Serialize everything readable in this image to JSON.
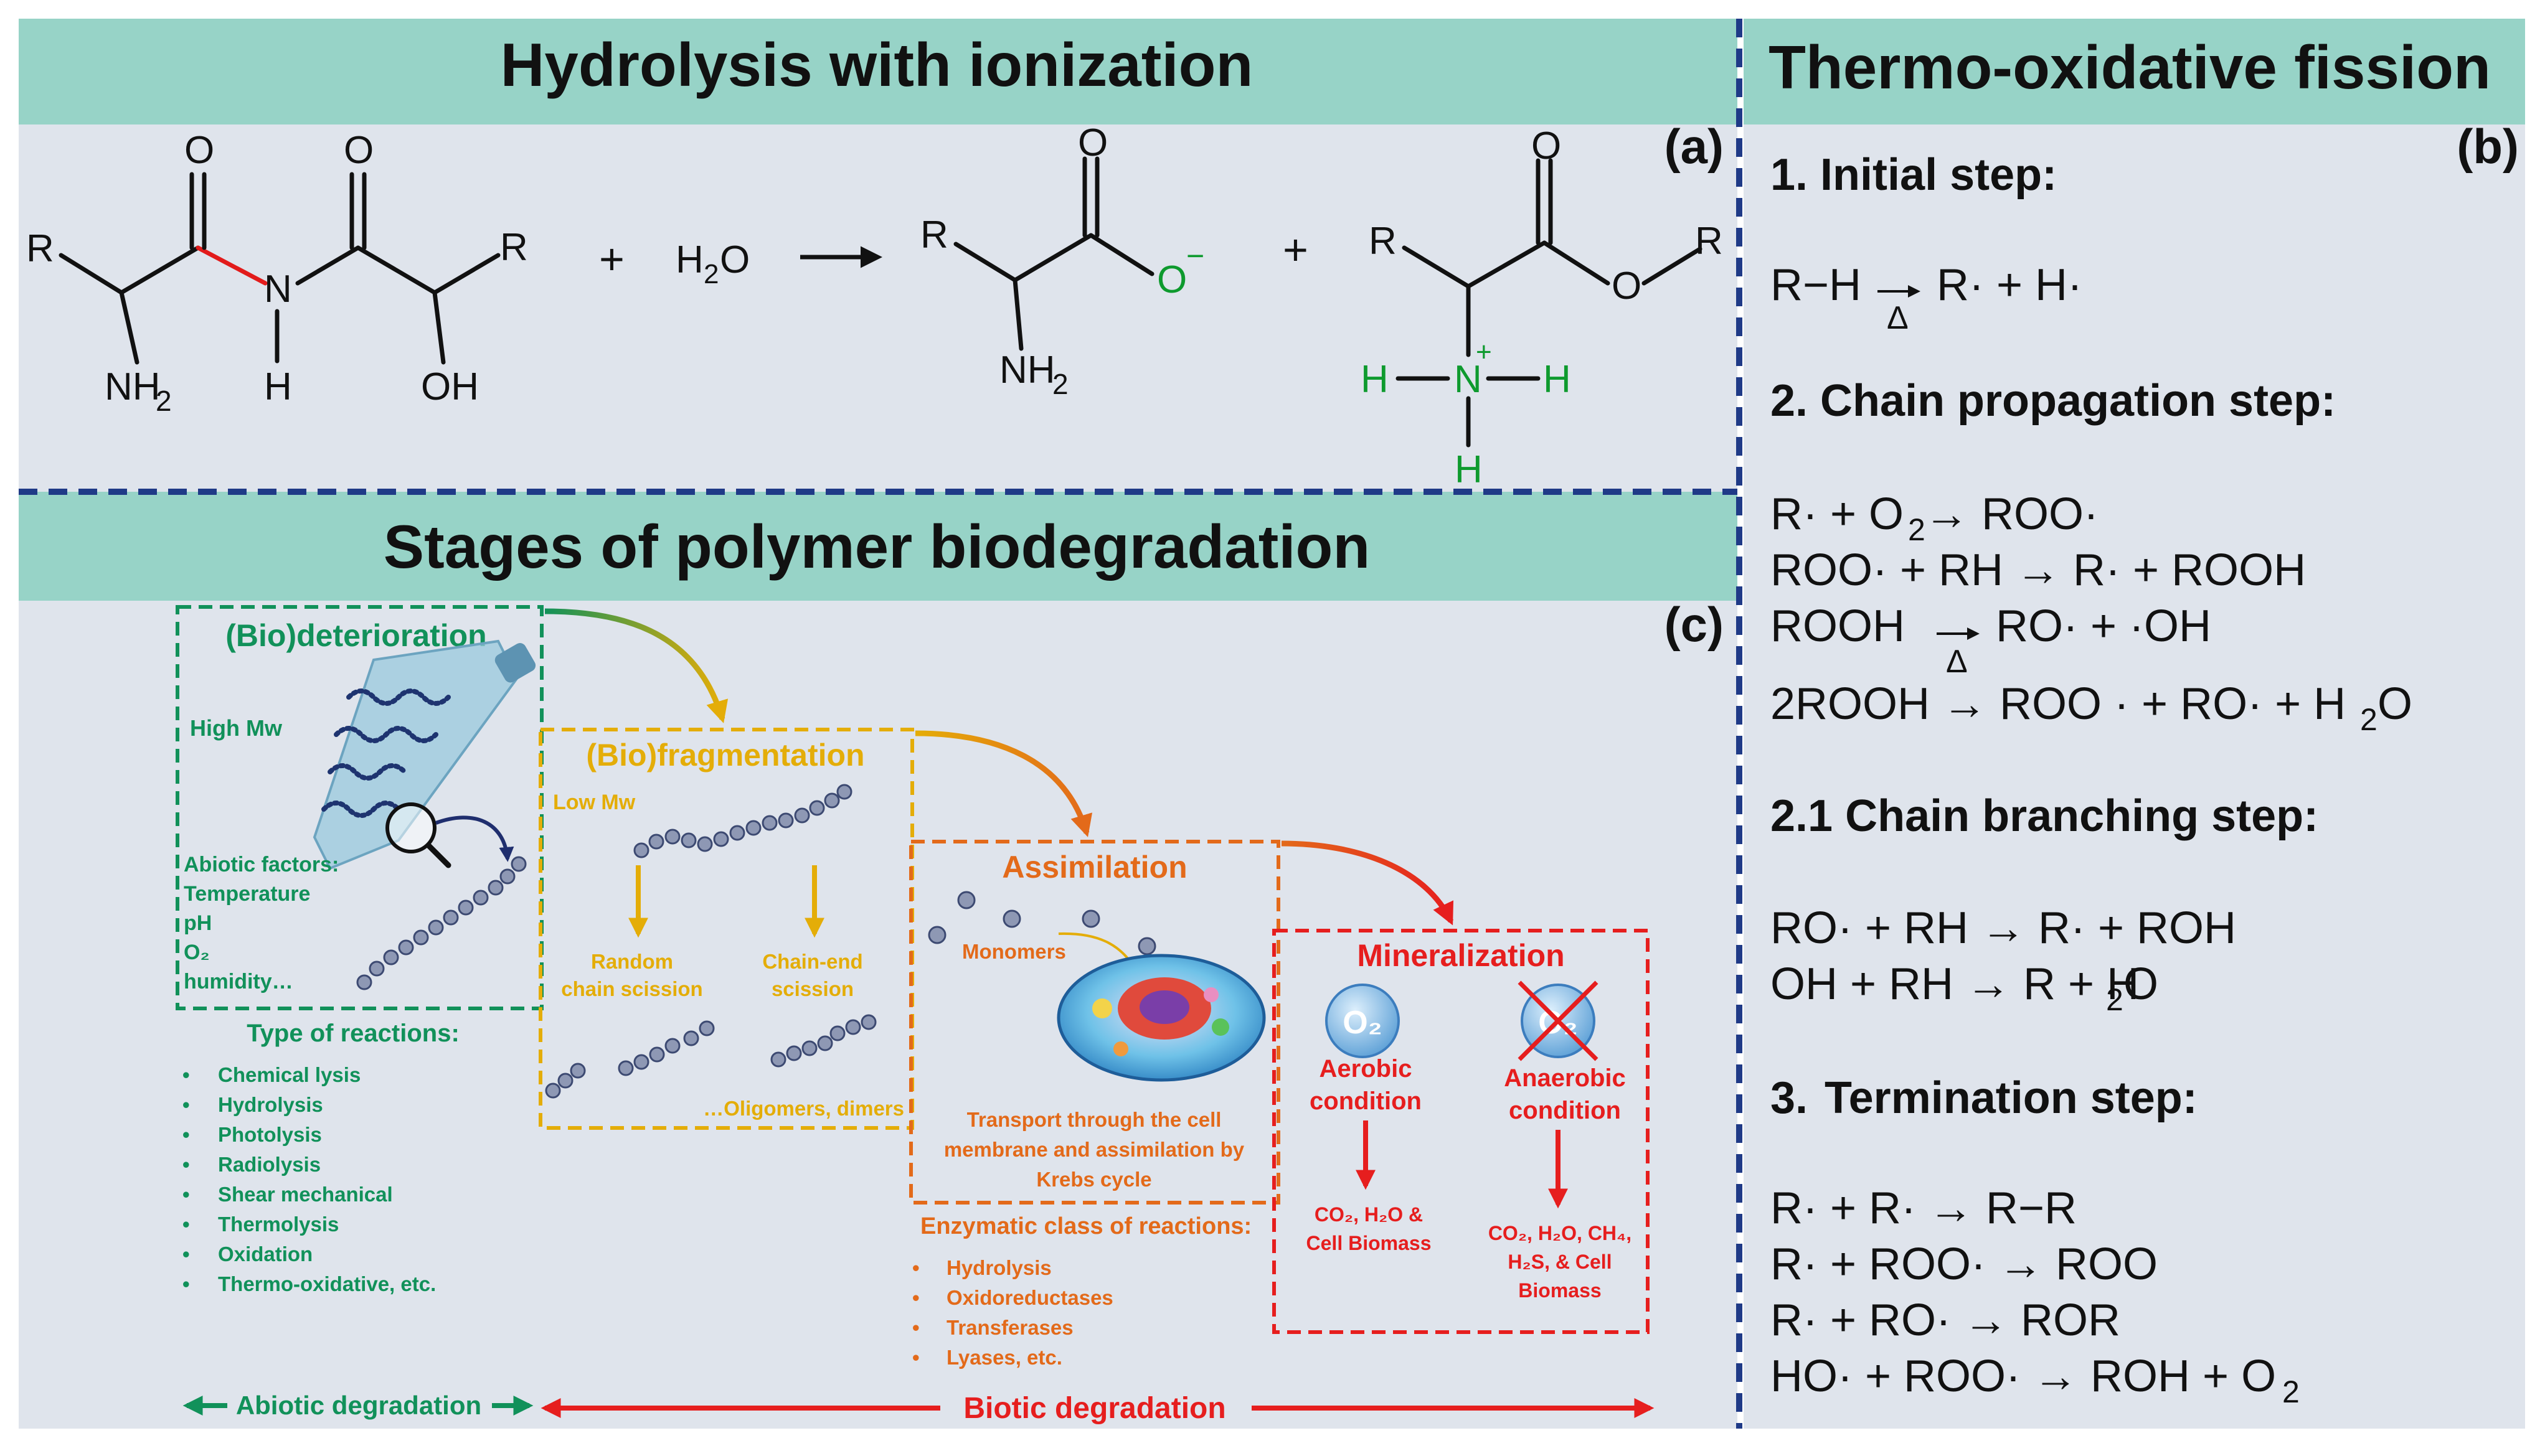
{
  "colors": {
    "banner": "#97D3C7",
    "panel_bg": "#DFE4EC",
    "divider": "#1F3A87",
    "green": "#11915A",
    "yellow": "#E4AD08",
    "orange": "#E36A1A",
    "red": "#E61E1E",
    "bond_red": "#E21B1B",
    "atom_green": "#0E9A2E"
  },
  "panel_a": {
    "title": "Hydrolysis with ionization",
    "label": "(a)",
    "atoms": {
      "R": "R",
      "O": "O",
      "N": "N",
      "H": "H",
      "NH": "NH",
      "sub2": "2",
      "OH": "OH",
      "H2O_H": "H",
      "H2O_O": "O",
      "O_minus": "O",
      "minus": "−",
      "plus_charge": "+",
      "plus": "+"
    }
  },
  "panel_b": {
    "title": "Thermo-oxidative fission",
    "label": "(b)",
    "heat": "Δ",
    "steps": {
      "initial": "1. Initial step:",
      "propagation": "2. Chain propagation step:",
      "branching": "2.1 Chain branching step:",
      "termination_num": "3.",
      "termination": "Termination step:"
    },
    "eq": {
      "init_l": "R−H",
      "init_r": "R· + H·",
      "p1_l": "R· + O",
      "p1_r": " → ROO·",
      "p2": "ROO· + RH → R· + ROOH",
      "p3_l": "ROOH",
      "p3_r": "RO· + ·OH",
      "p4_l": "2ROOH → ROO · + RO· + H",
      "p4_r": "O",
      "b1": "RO· + RH → R· + ROH",
      "b2_l": "OH + RH → R + H",
      "b2_r": "O",
      "t1": "R· + R·    → R−R",
      "t2": "R· + ROO· → ROO",
      "t3": "R· + RO· → ROR",
      "t4_l": "HO· + ROO· → ROH + O",
      "sub2": "2"
    }
  },
  "panel_c": {
    "title": "Stages of polymer biodegradation",
    "label": "(c)",
    "deterioration": {
      "title": "(Bio)deterioration",
      "high_mw": "High Mw",
      "factors": [
        "Abiotic factors:",
        "Temperature",
        "pH",
        "O₂",
        "humidity…"
      ],
      "reactions_title": "Type of reactions:",
      "reactions": [
        "Chemical lysis",
        "Hydrolysis",
        "Photolysis",
        "Radiolysis",
        "Shear mechanical",
        "Thermolysis",
        "Oxidation",
        "Thermo-oxidative, etc."
      ]
    },
    "fragmentation": {
      "title": "(Bio)fragmentation",
      "low_mw": "Low Mw",
      "random": [
        "Random",
        "chain scission"
      ],
      "chain_end": [
        "Chain-end",
        "scission"
      ],
      "oligomers": "…Oligomers, dimers"
    },
    "assimilation": {
      "title": "Assimilation",
      "monomers": "Monomers",
      "transport": [
        "Transport  through  the cell",
        "membrane and assimilation by",
        "Krebs cycle"
      ],
      "enzymatic_title": "Enzymatic class of reactions:",
      "enzymatic": [
        "Hydrolysis",
        "Oxidoreductases",
        "Transferases",
        "Lyases, etc."
      ]
    },
    "mineralization": {
      "title": "Mineralization",
      "o2_icon_label": "O₂",
      "aerobic": [
        "Aerobic",
        "condition"
      ],
      "anaerobic": [
        "Anaerobic",
        "condition"
      ],
      "aerobic_products": [
        "CO₂, H₂O &",
        "Cell Biomass"
      ],
      "anaerobic_products": [
        "CO₂, H₂O, CH₄,",
        "H₂S, & Cell",
        "Biomass"
      ]
    },
    "abiotic": "Abiotic degradation",
    "biotic": "Biotic degradation"
  }
}
